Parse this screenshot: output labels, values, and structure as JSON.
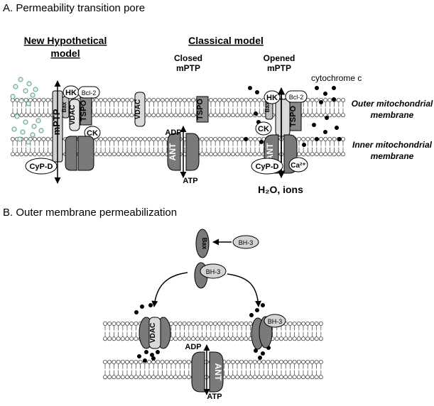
{
  "sections": {
    "a_title": "A. Permeability transition pore",
    "b_title": "B. Outer membrane permeabilization"
  },
  "models": {
    "new_hypothetical_line1": "New Hypothetical",
    "new_hypothetical_line2": "model",
    "classical": "Classical model",
    "closed_line1": "Closed",
    "closed_line2": "mPTP",
    "opened_line1": "Opened",
    "opened_line2": "mPTP"
  },
  "membranes": {
    "outer_line1": "Outer mitochondrial",
    "outer_line2": "membrane",
    "inner_line1": "Inner mitochondrial",
    "inner_line2": "membrane"
  },
  "labels": {
    "cytochrome_c": "cytochrome c",
    "h2o_ions": "H₂O, ions",
    "hk": "HK",
    "bcl2": "Bcl-2",
    "bax": "Bax",
    "vdac": "VDAC",
    "tspo": "TSPO",
    "mptp": "mPTP",
    "ck": "CK",
    "cypd": "CyP-D",
    "ant": "ANT",
    "adp": "ADP",
    "atp": "ATP",
    "ca": "Ca²⁺",
    "bh3": "BH-3"
  },
  "colors": {
    "dark_protein": "#7a7a7a",
    "light_protein": "#c8c8c8",
    "teal_dots": "#6fa7a0"
  }
}
